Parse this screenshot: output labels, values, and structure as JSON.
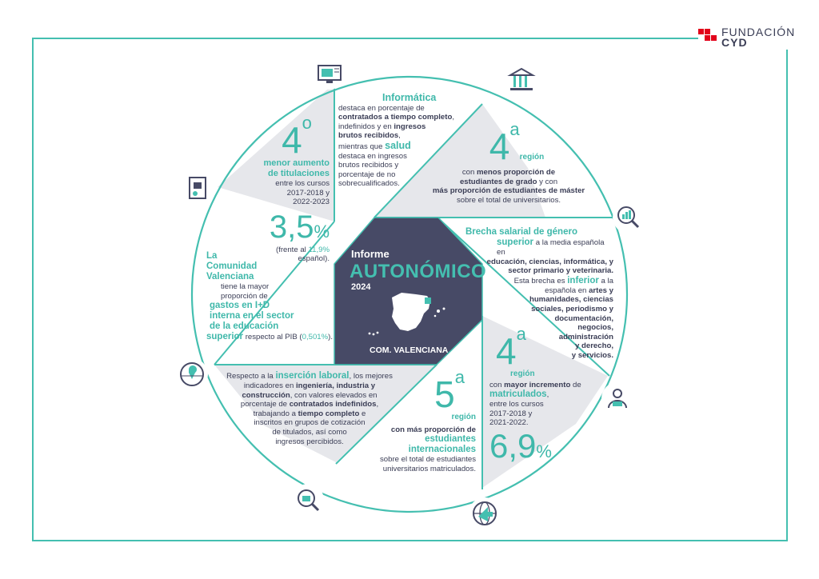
{
  "logo": {
    "line1": "FUNDACIÓN",
    "line2": "CYD"
  },
  "center": {
    "informe": "Informe",
    "autonomico": "AUTONÓMICO",
    "year": "2024",
    "region": "COM. VALENCIANA"
  },
  "informatica": {
    "title": "Informática",
    "t1": "destaca en porcentaje de",
    "t2": "contratados a tiempo completo",
    "t3": "indefinidos y en",
    "t4": "ingresos",
    "t5": "brutos recibidos",
    "t6": "mientras que",
    "t7": "salud",
    "t8": "destaca en ingresos",
    "t9": "brutos recibidos y",
    "t10": "porcentaje de no",
    "t11": "sobrecualificados."
  },
  "grado": {
    "num": "4",
    "sup": "a",
    "reg": "región",
    "l1": "con",
    "l1b": "menos proporción de",
    "l2": "estudiantes de grado",
    "l2b": "y con",
    "l3": "más proporción de estudiantes de máster",
    "l4": "sobre el total de universitarios."
  },
  "titulaciones": {
    "num": "4",
    "sup": "o",
    "h1": "menor aumento",
    "h2": "de titulaciones",
    "l1": "entre los cursos",
    "l2": "2017-2018 y",
    "l3": "2022-2023",
    "val": "3,5",
    "pct": "%",
    "f1": "(frente al",
    "f2": "11,9%",
    "f3": "español)."
  },
  "idi": {
    "h1": "La",
    "h2": "Comunidad",
    "h3": "Valenciana",
    "l1": "tiene la mayor",
    "l2": "proporción de",
    "g1": "gastos en I+D",
    "g2": "interna en el sector",
    "g3": "de la educación",
    "g4": "superior",
    "l3": "respecto al PIB (",
    "l3v": "0,501%",
    "l3e": ")."
  },
  "brecha": {
    "h1": "Brecha salarial de género",
    "h2": "superior",
    "l1": "a la media española en",
    "l2": "educación, ciencias, informática, y",
    "l3": "sector primario y veterinaria.",
    "l4": "Esta brecha es",
    "l4b": "inferior",
    "l4c": "a la",
    "l5": "española en",
    "l5b": "artes y",
    "b1": "humanidades, ciencias",
    "b2": "sociales, periodismo y",
    "b3": "documentación,",
    "b4": "negocios,",
    "b5": "administración",
    "b6": "y derecho,",
    "b7": "y servicios."
  },
  "insercion": {
    "l1a": "Respecto a la",
    "l1b": "inserción laboral",
    "l1c": ", los mejores",
    "l2a": "indicadores en",
    "l2b": "ingeniería, industria y",
    "l3a": "construcción",
    "l3b": ", con valores elevados en",
    "l4a": "porcentaje de",
    "l4b": "contratados indefinidos",
    "l4c": ",",
    "l5a": "trabajando a",
    "l5b": "tiempo completo",
    "l5c": "e",
    "l6": "inscritos en grupos de cotización",
    "l7": "de titulados, así como",
    "l8": "ingresos percibidos."
  },
  "internacionales": {
    "num": "5",
    "sup": "a",
    "reg": "región",
    "l1": "con más proporción de",
    "h1": "estudiantes",
    "h2": "internacionales",
    "l2": "sobre el total de estudiantes",
    "l3": "universitarios matriculados."
  },
  "matriculados": {
    "num": "4",
    "sup": "a",
    "reg": "región",
    "l1a": "con",
    "l1b": "mayor incremento",
    "l1c": "de",
    "h1": "matriculados",
    "h1c": ",",
    "l2": "entre los cursos",
    "l3": "2017-2018 y",
    "l4": "2021-2022.",
    "val": "6,9",
    "pct": "%"
  },
  "colors": {
    "teal": "#44bfb0",
    "navy": "#474a66",
    "grey": "#e6e7eb",
    "red": "#e2001a"
  },
  "icons": [
    "computer-icon",
    "bank-icon",
    "report-icon",
    "magnifier-chart-icon",
    "globe-pin-icon",
    "student-icon",
    "briefcase-search-icon",
    "globe-arrow-icon",
    "spain-map-icon"
  ]
}
